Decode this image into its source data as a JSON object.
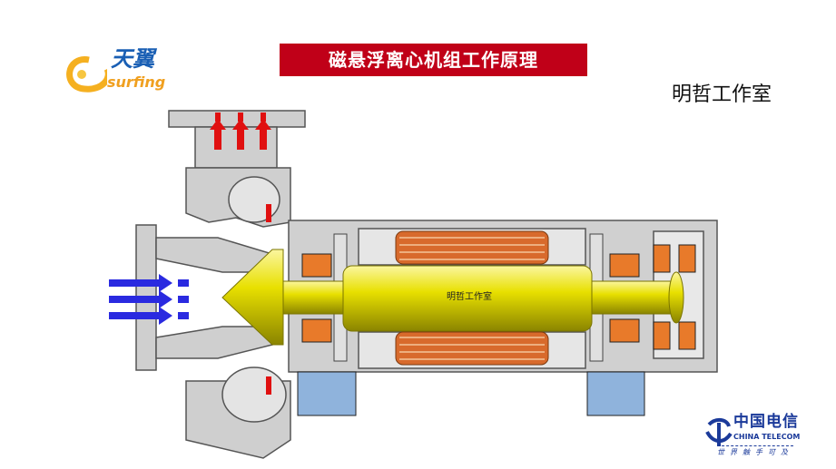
{
  "title": "磁悬浮离心机组工作原理",
  "studio": "明哲工作室",
  "shaft_label": "明哲工作室",
  "logo_tianyi": {
    "cn": "天翼",
    "en": "surfing"
  },
  "logo_china_telecom": {
    "cn": "中国电信",
    "en": "CHINA TELECOM",
    "slogan": "世界触手可及"
  },
  "colors": {
    "title_bg": "#c00018",
    "shaft": "#e8e000",
    "housing": "#c8c8c8",
    "coil": "#d86a2c",
    "feet": "#8fb3dc",
    "inflow_arrow": "#2a2ae0",
    "outflow_arrow": "#e01010"
  }
}
